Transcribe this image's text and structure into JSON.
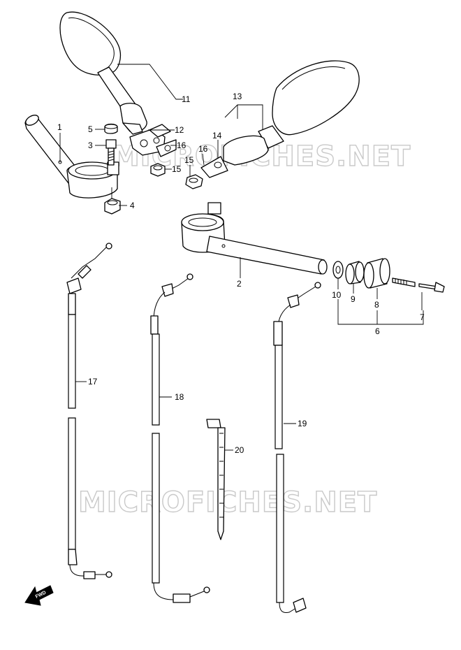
{
  "watermark": {
    "text": "MICROFICHES.NET"
  },
  "fwd_indicator": {
    "label": "FWD"
  },
  "callouts": {
    "c1": "1",
    "c2": "2",
    "c3": "3",
    "c4": "4",
    "c5": "5",
    "c6": "6",
    "c7": "7",
    "c8": "8",
    "c9": "9",
    "c10": "10",
    "c11": "11",
    "c12": "12",
    "c13": "13",
    "c14": "14",
    "c15a": "15",
    "c15b": "15",
    "c16a": "16",
    "c16b": "16",
    "c17": "17",
    "c18": "18",
    "c19": "19",
    "c20": "20"
  }
}
